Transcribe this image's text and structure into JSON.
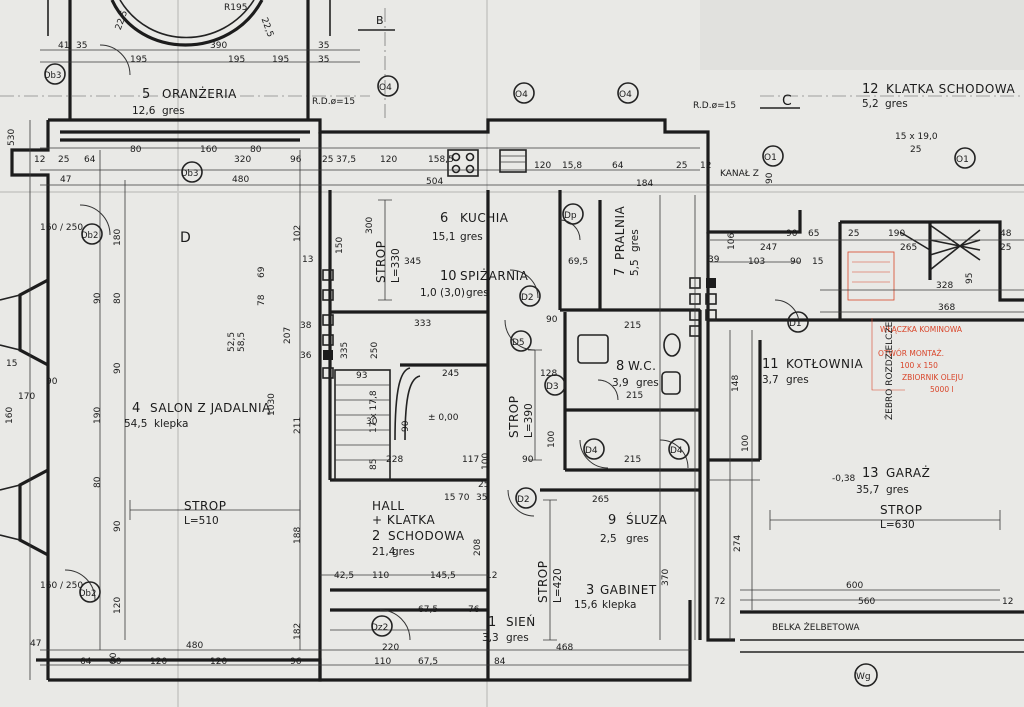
{
  "palette": {
    "ink": "#1c1c1c",
    "paper": "#e9e9e6",
    "annotation": "#d9452a"
  },
  "grid_markers": [
    {
      "id": "marker-b",
      "label": "B"
    },
    {
      "id": "marker-c",
      "label": "C"
    },
    {
      "id": "marker-d",
      "label": "D"
    }
  ],
  "circle_tags": {
    "o4_left": "O4",
    "o4_mid": "O4",
    "o4_right": "O4",
    "o1_a": "O1",
    "o1_b": "O1",
    "db3_top": "Db3",
    "db3_mid": "Db3",
    "db2_a": "Db2",
    "db2_b": "Db2",
    "d2_a": "D2",
    "d2_b": "D2",
    "d5": "D5",
    "d3": "D3",
    "d4_a": "D4",
    "d4_b": "D4",
    "d1": "D1",
    "dp": "Dp",
    "dz2": "Dz2",
    "wg": "Wg"
  },
  "rooms": [
    {
      "num": "1",
      "name": "SIEŃ",
      "area": "3,3",
      "finish": "gres"
    },
    {
      "num": "2",
      "name": "HALL",
      "name2": "+ KLATKA",
      "name3": "SCHODOWA",
      "area": "21,4",
      "finish": "gres"
    },
    {
      "num": "3",
      "name": "GABINET",
      "area": "15,6",
      "finish": "klepka"
    },
    {
      "num": "4",
      "name": "SALON Z JADALNIĄ",
      "area": "54,5",
      "finish": "klepka"
    },
    {
      "num": "5",
      "name": "ORANŻERIA",
      "area": "12,6",
      "finish": "gres"
    },
    {
      "num": "6",
      "name": "KUCHIA",
      "area": "15,1",
      "finish": "gres"
    },
    {
      "num": "7",
      "name": "PRALNIA",
      "area": "5,5",
      "finish": "gres"
    },
    {
      "num": "8",
      "name": "W.C.",
      "area": "3,9",
      "finish": "gres"
    },
    {
      "num": "9",
      "name": "ŚLUZA",
      "area": "2,5",
      "finish": "gres"
    },
    {
      "num": "10",
      "name": "SPIŻARNIA",
      "area": "1,0 (3,0)",
      "finish": "gres"
    },
    {
      "num": "11",
      "name": "KOTŁOWNIA",
      "area": "3,7",
      "finish": "gres"
    },
    {
      "num": "12",
      "name": "KLATKA SCHODOWA",
      "area": "5,2",
      "finish": "gres"
    },
    {
      "num": "13",
      "name": "GARAŻ",
      "area": "35,7",
      "finish": "gres"
    }
  ],
  "strops": [
    {
      "label": "STROP",
      "span": "L=510"
    },
    {
      "label": "STROP",
      "span": "L=330"
    },
    {
      "label": "STROP",
      "span": "L=390"
    },
    {
      "label": "STROP",
      "span": "L=420"
    },
    {
      "label": "STROP",
      "span": "L=630"
    }
  ],
  "notes": {
    "rd_left": "R.D.ø=15",
    "rd_right": "R.D.ø=15",
    "stair_top": "15 x 19,0",
    "stair_top_n": "25",
    "stair_hall": "17 x 17,8",
    "stair_hall_n": "30",
    "level_zero": "± 0,00",
    "level_garage": "-0,38",
    "belka": "BELKA ŻELBETOWA",
    "zebro": "ŻEBRO ROZDZIELCZE",
    "kanal": "KANAŁ Z",
    "db_ratio": "160 / 250",
    "red_note_1": "WŁĄCZKA KOMINOWA",
    "red_note_2": "OTWÓR MONTAŻ.",
    "red_note_3": "100 x 150",
    "red_note_4": "ZBIORNIK OLEJU",
    "red_note_5": "5000 l"
  },
  "dims_top": [
    "41",
    "35",
    "195",
    "22,5",
    "R195",
    "22,5",
    "390",
    "195",
    "35",
    "195",
    "35"
  ],
  "dims_row2": [
    "12",
    "25",
    "64",
    "80",
    "160",
    "320",
    "80",
    "96",
    "25",
    "37,5",
    "120",
    "158,5",
    "120",
    "15,8",
    "64",
    "25",
    "12"
  ],
  "dims_row3": [
    "47",
    "480",
    "504",
    "184",
    "247",
    "90",
    "65",
    "25",
    "190",
    "265",
    "48",
    "25"
  ],
  "dims_left": [
    "530",
    "180",
    "90",
    "190",
    "80",
    "90",
    "120",
    "90",
    "80",
    "170",
    "160",
    "15",
    "90"
  ],
  "dims_mid": [
    "1030",
    "211",
    "207",
    "188",
    "182",
    "102",
    "300",
    "150",
    "345",
    "333",
    "245",
    "228",
    "117",
    "93",
    "335",
    "250",
    "85",
    "90",
    "38",
    "36",
    "13",
    "78",
    "52,5",
    "58,5",
    "69"
  ],
  "dims_center": [
    "69,5",
    "90",
    "215",
    "215",
    "215",
    "90",
    "265",
    "128",
    "100",
    "370",
    "208",
    "100",
    "70",
    "15",
    "35",
    "25",
    "110",
    "145,5",
    "12",
    "42,5",
    "67,5",
    "76",
    "220",
    "468",
    "84",
    "67,5",
    "110",
    "96",
    "120",
    "120",
    "80",
    "64",
    "47",
    "480",
    "90"
  ],
  "dims_right": [
    "103",
    "90",
    "15",
    "328",
    "368",
    "148",
    "100",
    "274",
    "600",
    "560",
    "72",
    "12",
    "39",
    "106",
    "95",
    "90"
  ]
}
